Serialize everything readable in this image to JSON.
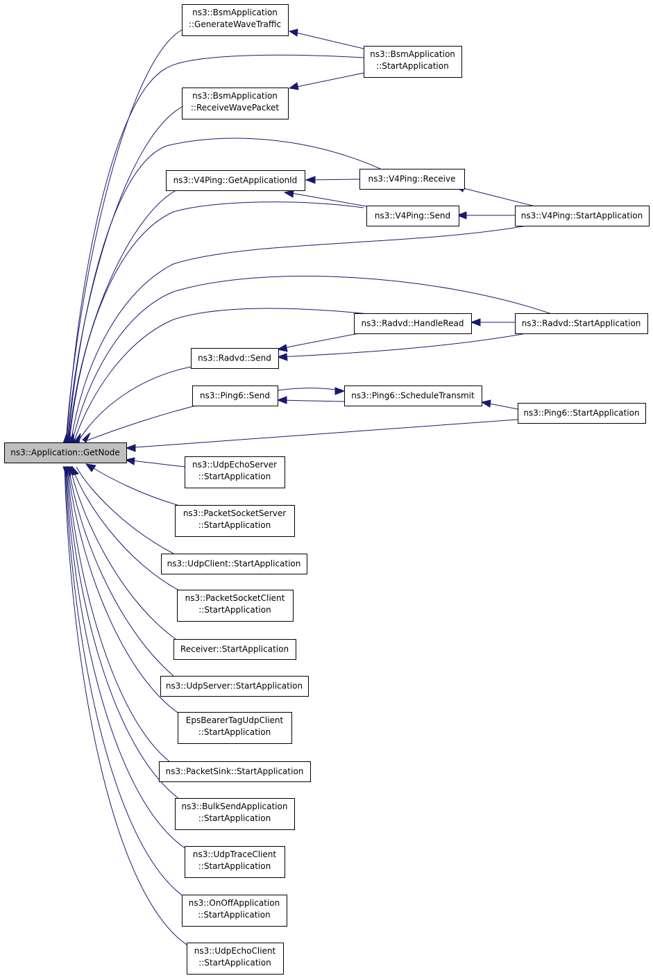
{
  "colors": {
    "edge": "#191970",
    "focus_fill": "#bfbfbf",
    "node_fill": "#ffffff",
    "border": "#000000"
  },
  "nodes": {
    "getnode": [
      "ns3::Application::GetNode"
    ],
    "bsm_generate": [
      "ns3::BsmApplication",
      "::GenerateWaveTraffic"
    ],
    "bsm_start": [
      "ns3::BsmApplication",
      "::StartApplication"
    ],
    "bsm_receive": [
      "ns3::BsmApplication",
      "::ReceiveWavePacket"
    ],
    "v4_getappid": [
      "ns3::V4Ping::GetApplicationId"
    ],
    "v4_receive": [
      "ns3::V4Ping::Receive"
    ],
    "v4_send": [
      "ns3::V4Ping::Send"
    ],
    "v4_start": [
      "ns3::V4Ping::StartApplication"
    ],
    "radvd_handleread": [
      "ns3::Radvd::HandleRead"
    ],
    "radvd_start": [
      "ns3::Radvd::StartApplication"
    ],
    "radvd_send": [
      "ns3::Radvd::Send"
    ],
    "ping6_send": [
      "ns3::Ping6::Send"
    ],
    "ping6_schedule": [
      "ns3::Ping6::ScheduleTransmit"
    ],
    "ping6_start": [
      "ns3::Ping6::StartApplication"
    ],
    "udpecho_server": [
      "ns3::UdpEchoServer",
      "::StartApplication"
    ],
    "packetsocket_server": [
      "ns3::PacketSocketServer",
      "::StartApplication"
    ],
    "udpclient": [
      "ns3::UdpClient::StartApplication"
    ],
    "packetsocket_client": [
      "ns3::PacketSocketClient",
      "::StartApplication"
    ],
    "receiver": [
      "Receiver::StartApplication"
    ],
    "udpserver": [
      "ns3::UdpServer::StartApplication"
    ],
    "epsbearer": [
      "EpsBearerTagUdpClient",
      "::StartApplication"
    ],
    "packetsink": [
      "ns3::PacketSink::StartApplication"
    ],
    "bulksend": [
      "ns3::BulkSendApplication",
      "::StartApplication"
    ],
    "udptrace": [
      "ns3::UdpTraceClient",
      "::StartApplication"
    ],
    "onoff": [
      "ns3::OnOffApplication",
      "::StartApplication"
    ],
    "udpecho_client": [
      "ns3::UdpEchoClient",
      "::StartApplication"
    ]
  }
}
